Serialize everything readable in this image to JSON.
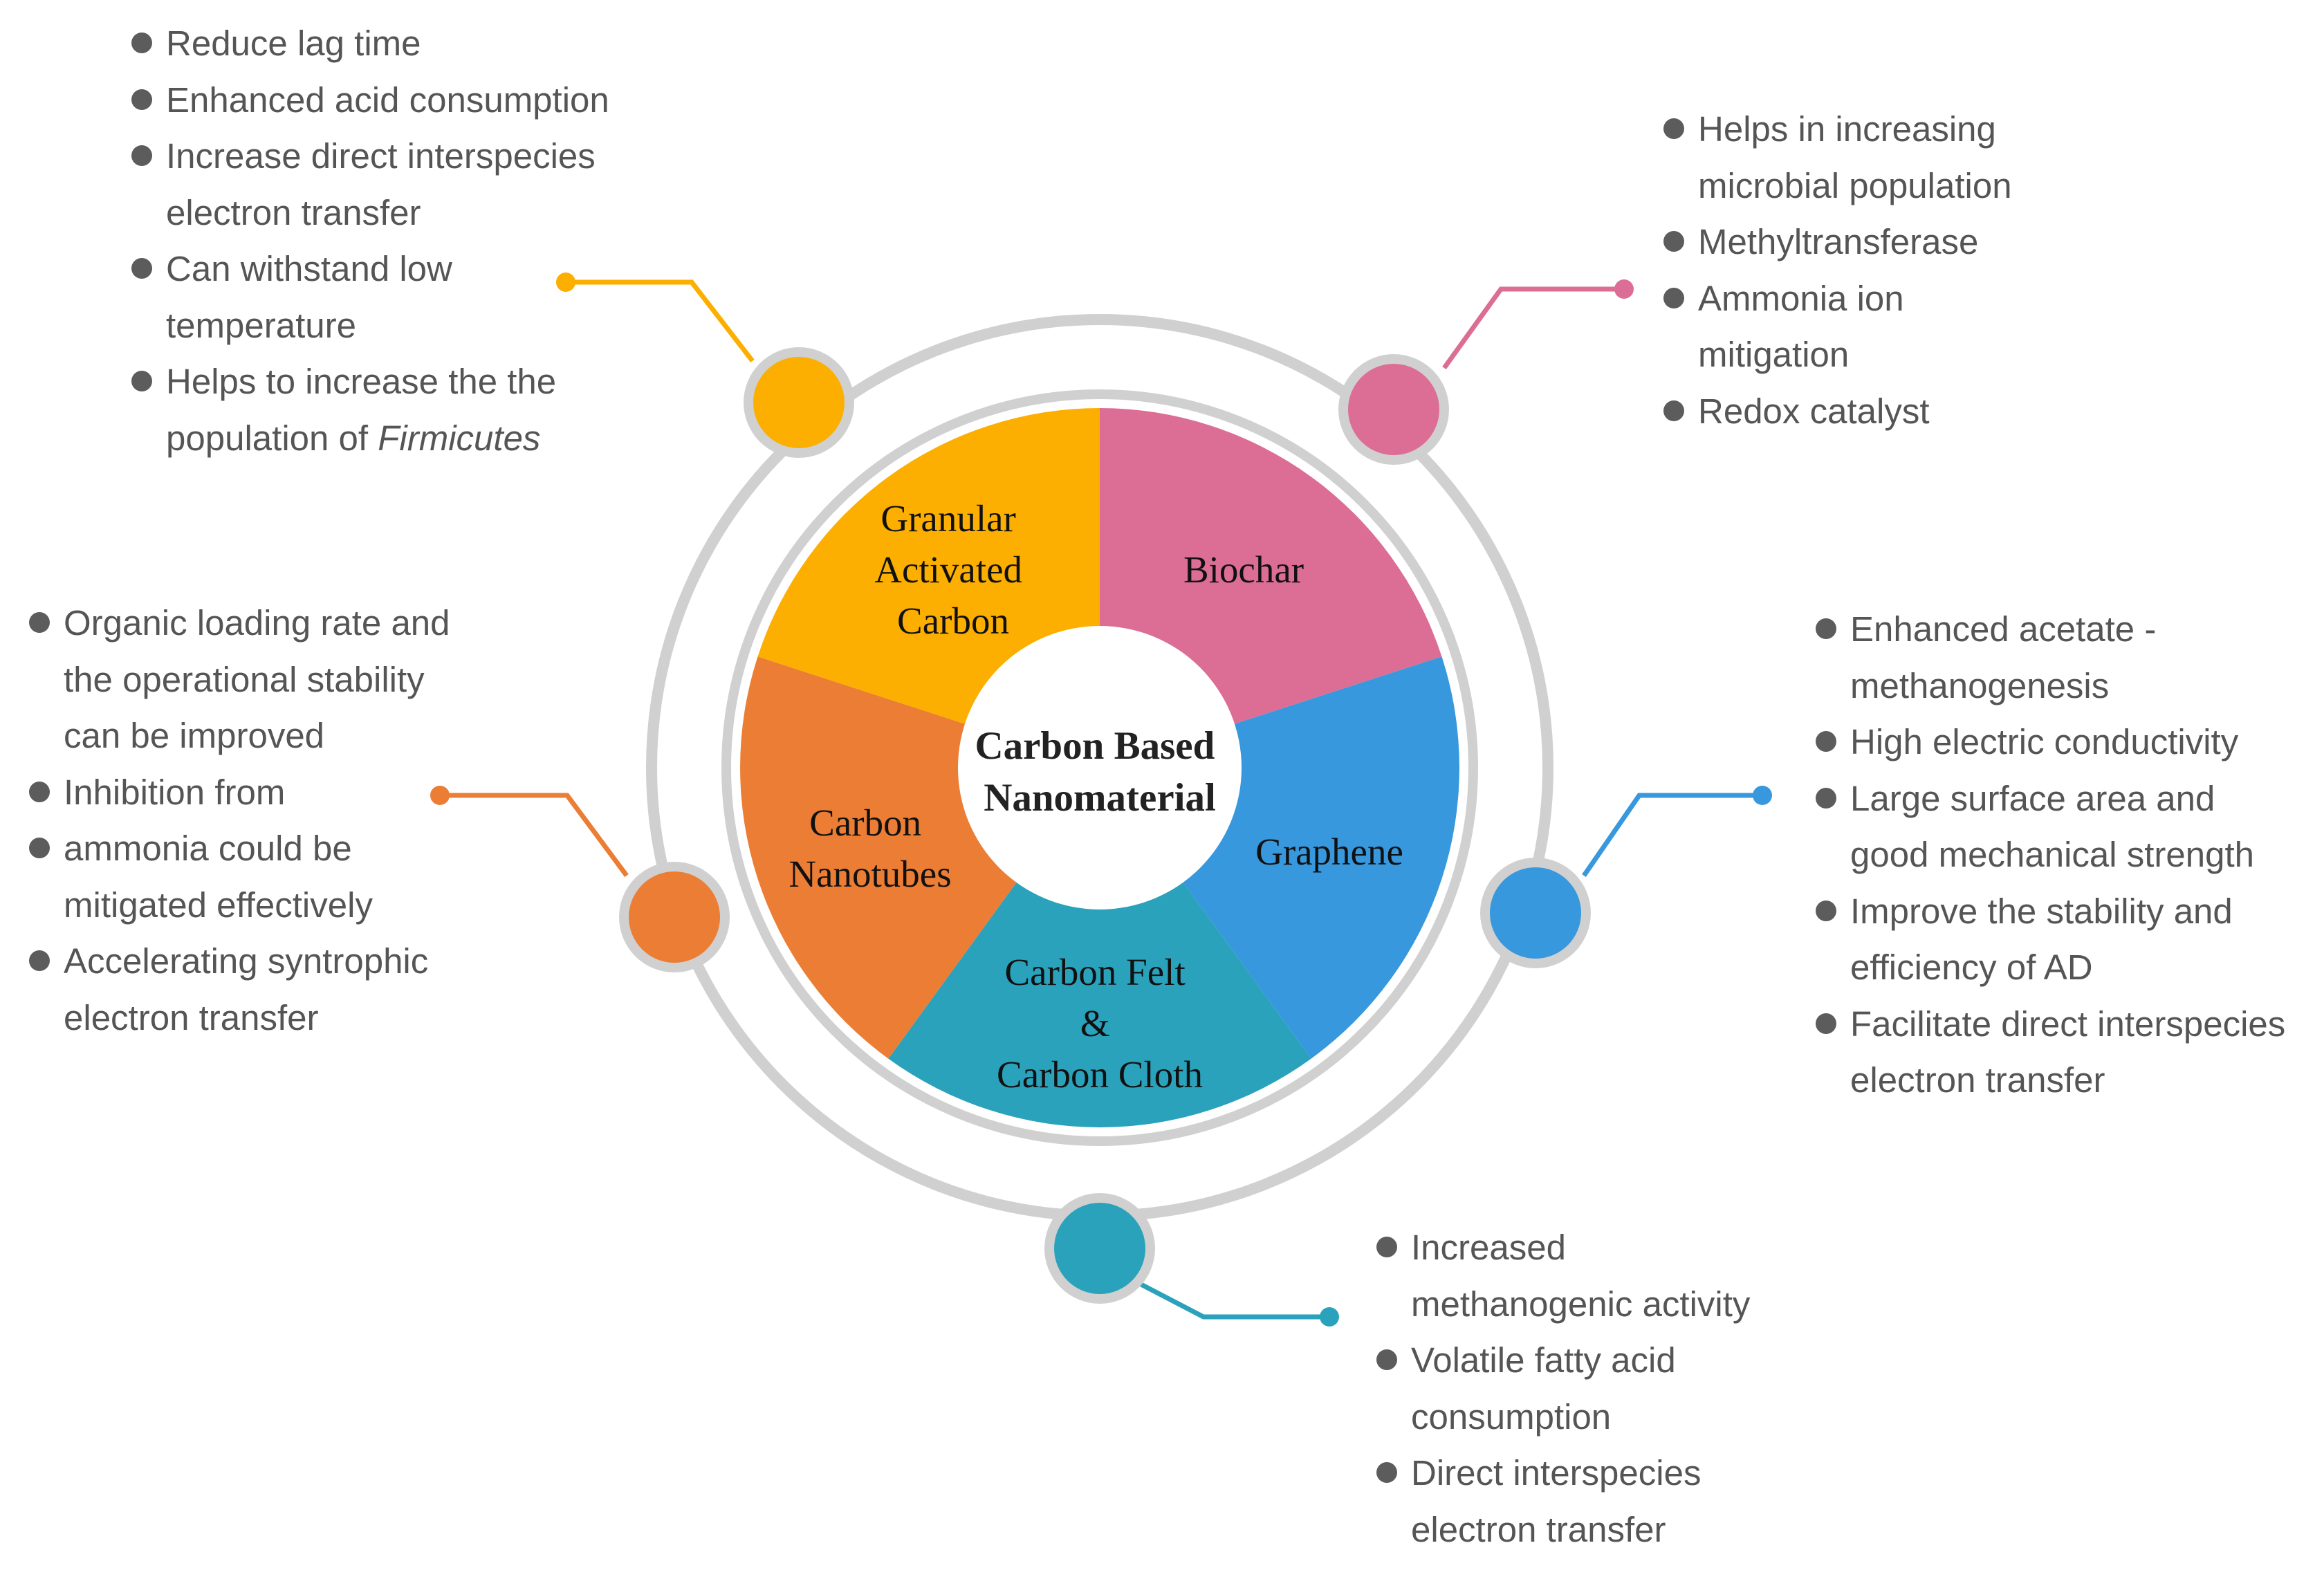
{
  "center": {
    "line1": "Carbon Based",
    "line2": "Nanomaterial"
  },
  "colors": {
    "gac": "#FCAF00",
    "biochar": "#DC6E95",
    "graphene": "#3798DD",
    "felt": "#2AA2BC",
    "nanotubes": "#EC7D35",
    "ring": "#D0D0D0",
    "bullet": "#5C5C5C",
    "text": "#555555"
  },
  "segments": {
    "gac": {
      "lines": [
        "Granular",
        "Activated",
        "Carbon"
      ]
    },
    "biochar": {
      "lines": [
        "Biochar"
      ]
    },
    "graphene": {
      "lines": [
        "Graphene"
      ]
    },
    "felt": {
      "lines": [
        "Carbon Felt",
        "&",
        "Carbon Cloth"
      ]
    },
    "nanotubes": {
      "lines": [
        "Carbon",
        "Nanotubes"
      ]
    }
  },
  "lists": {
    "gac": [
      {
        "parts": [
          "Reduce lag time"
        ]
      },
      {
        "parts": [
          "Enhanced acid consumption"
        ]
      },
      {
        "parts": [
          "Increase direct interspecies",
          "electron transfer"
        ]
      },
      {
        "parts": [
          "Can withstand low",
          "temperature"
        ]
      },
      {
        "parts": [
          "Helps to increase the the",
          "population of "
        ],
        "italic": "Firmicutes"
      }
    ],
    "biochar": [
      {
        "parts": [
          "Helps in increasing",
          "microbial population"
        ]
      },
      {
        "parts": [
          "Methyltransferase"
        ]
      },
      {
        "parts": [
          "Ammonia ion",
          "mitigation"
        ]
      },
      {
        "parts": [
          "Redox catalyst"
        ]
      }
    ],
    "nanotubes": [
      {
        "parts": [
          "Organic loading rate and",
          "the operational stability",
          "can be improved"
        ]
      },
      {
        "parts": [
          "Inhibition from"
        ]
      },
      {
        "parts": [
          "ammonia could be",
          "mitigated effectively"
        ]
      },
      {
        "parts": [
          "Accelerating syntrophic",
          "electron transfer"
        ]
      }
    ],
    "graphene": [
      {
        "parts": [
          "Enhanced acetate -",
          "methanogenesis"
        ]
      },
      {
        "parts": [
          "High electric conductivity"
        ]
      },
      {
        "parts": [
          "Large surface area and",
          "good mechanical strength"
        ]
      },
      {
        "parts": [
          "Improve the stability and",
          "efficiency of AD"
        ]
      },
      {
        "parts": [
          "Facilitate direct interspecies",
          "electron transfer"
        ]
      }
    ],
    "felt": [
      {
        "parts": [
          "Increased",
          "methanogenic activity"
        ]
      },
      {
        "parts": [
          "Volatile fatty acid",
          "consumption"
        ]
      },
      {
        "parts": [
          "Direct interspecies",
          "electron transfer"
        ]
      }
    ]
  }
}
